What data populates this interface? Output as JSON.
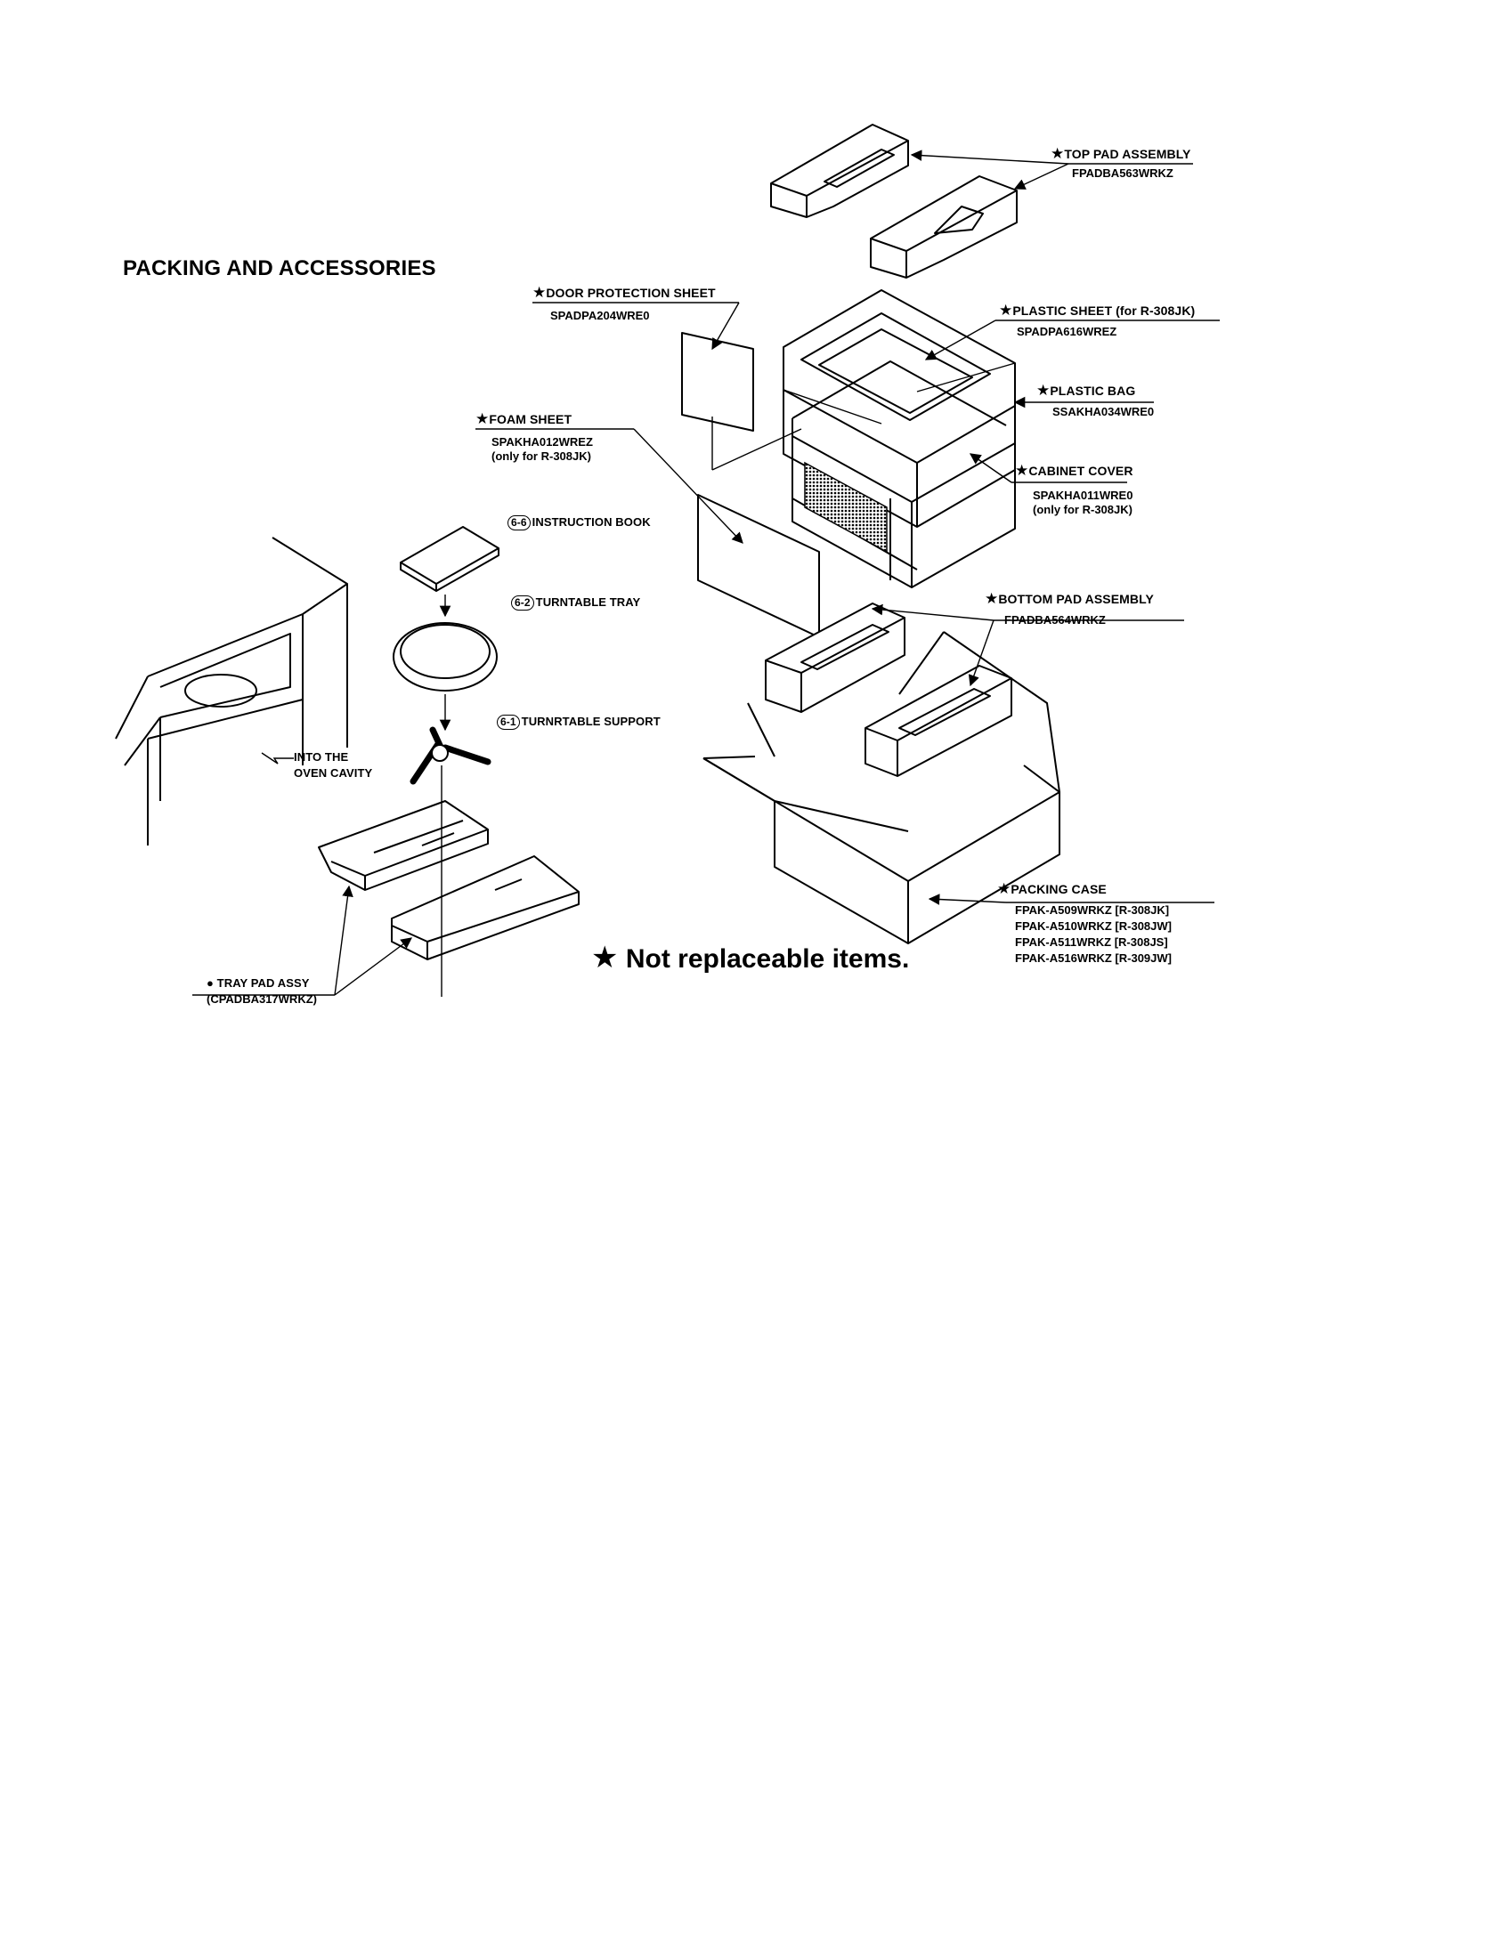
{
  "title": "PACKING AND ACCESSORIES",
  "legend": {
    "star": "★",
    "text": "Not replaceable items."
  },
  "parts": {
    "top_pad": {
      "label": "TOP PAD ASSEMBLY",
      "code": "FPADBA563WRKZ"
    },
    "door_protection": {
      "label": "DOOR PROTECTION SHEET",
      "code": "SPADPA204WRE0"
    },
    "plastic_sheet": {
      "label": "PLASTIC SHEET (for  R-308JK)",
      "code": "SPADPA616WREZ"
    },
    "plastic_bag": {
      "label": "PLASTIC BAG",
      "code": "SSAKHA034WRE0"
    },
    "foam_sheet": {
      "label": "FOAM SHEET",
      "code": "SPAKHA012WREZ",
      "note": "(only for R-308JK)"
    },
    "cabinet_cover": {
      "label": "CABINET COVER",
      "code": "SPAKHA011WRE0",
      "note": "(only for R-308JK)"
    },
    "instruction_book": {
      "ref": "6-6",
      "label": "INSTRUCTION BOOK"
    },
    "turntable_tray": {
      "ref": "6-2",
      "label": "TURNTABLE TRAY"
    },
    "turntable_support": {
      "ref": "6-1",
      "label": "TURNRTABLE SUPPORT"
    },
    "bottom_pad": {
      "label": "BOTTOM PAD ASSEMBLY",
      "code": "FPADBA564WRKZ"
    },
    "packing_case": {
      "label": "PACKING CASE",
      "codes": [
        "FPAK-A509WRKZ [R-308JK]",
        "FPAK-A510WRKZ [R-308JW]",
        "FPAK-A511WRKZ [R-308JS]",
        "FPAK-A516WRKZ [R-309JW]"
      ]
    },
    "tray_pad": {
      "bullet": "●",
      "label": "TRAY PAD ASSY",
      "code": "(CPADBA317WRKZ)"
    },
    "oven_cavity": {
      "line1": "INTO THE",
      "line2": "OVEN CAVITY"
    }
  }
}
